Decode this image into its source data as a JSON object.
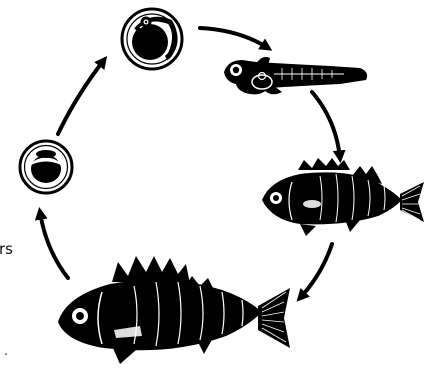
{
  "diagram": {
    "stages": [
      {
        "id": "egg-early",
        "name": "early-egg"
      },
      {
        "id": "egg-embryo",
        "name": "egg-with-embryo"
      },
      {
        "id": "larva",
        "name": "larva"
      },
      {
        "id": "juvenile",
        "name": "juvenile-perch"
      },
      {
        "id": "adult",
        "name": "adult-perch"
      }
    ],
    "cycle_direction": "clockwise",
    "colors": {
      "ink": "#000000",
      "paper": "#ffffff",
      "highlight": "#dddddd"
    }
  },
  "edge_text": {
    "fragment_a": "rs",
    "fragment_b": "."
  }
}
